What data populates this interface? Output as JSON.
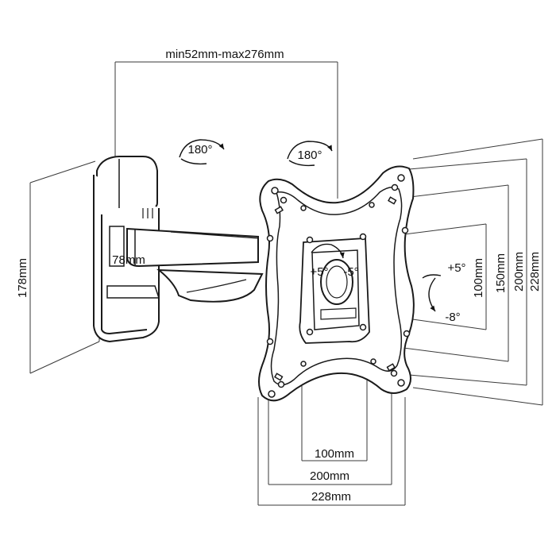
{
  "dimensions": {
    "arm_extension": "min52mm-max276mm",
    "wall_plate_height": "178mm",
    "wall_plate_width": "78mm",
    "vesa_h_small": "100mm",
    "vesa_h_mid": "200mm",
    "vesa_h_large": "228mm",
    "vesa_v_small": "100mm",
    "vesa_v_mid": "150mm",
    "vesa_v_large": "200mm",
    "vesa_v_xl": "228mm"
  },
  "rotations": {
    "arm_swivel_left": "180°",
    "arm_swivel_right": "180°",
    "tilt_up": "+5°",
    "tilt_down": "-8°",
    "swivel_left": "+5°",
    "swivel_right": "-5°"
  },
  "colors": {
    "line": "#1a1a1a",
    "dimension_line": "#3a3a3a",
    "background": "#ffffff"
  }
}
